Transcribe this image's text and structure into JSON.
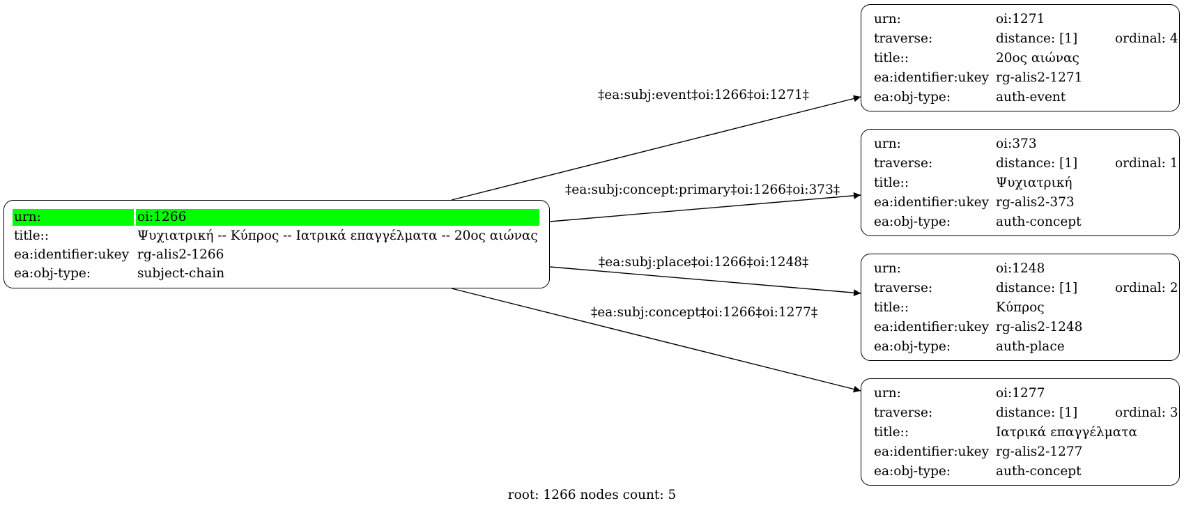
{
  "root": {
    "rows": [
      {
        "key": "urn:",
        "value": "oi:1266"
      },
      {
        "key": "title::",
        "value": "Ψυχιατρική -- Κύπρος -- Ιατρικά επαγγέλματα -- 20ος αιώνας"
      },
      {
        "key": "ea:identifier:ukey",
        "value": "rg-alis2-1266"
      },
      {
        "key": "ea:obj-type:",
        "value": "subject-chain"
      }
    ],
    "highlight_color": "#00ff00"
  },
  "children": [
    {
      "urn_key": "urn:",
      "urn": "oi:1271",
      "traverse_key": "traverse:",
      "distance": "distance: [1]",
      "ordinal": "ordinal: 4",
      "title_key": "title::",
      "title": "20ος αιώνας",
      "ukey_key": "ea:identifier:ukey",
      "ukey": "rg-alis2-1271",
      "type_key": "ea:obj-type:",
      "type": "auth-event",
      "edge_label": "‡ea:subj:event‡oi:1266‡oi:1271‡"
    },
    {
      "urn_key": "urn:",
      "urn": "oi:373",
      "traverse_key": "traverse:",
      "distance": "distance: [1]",
      "ordinal": "ordinal: 1",
      "title_key": "title::",
      "title": "Ψυχιατρική",
      "ukey_key": "ea:identifier:ukey",
      "ukey": "rg-alis2-373",
      "type_key": "ea:obj-type:",
      "type": "auth-concept",
      "edge_label": "‡ea:subj:concept:primary‡oi:1266‡oi:373‡"
    },
    {
      "urn_key": "urn:",
      "urn": "oi:1248",
      "traverse_key": "traverse:",
      "distance": "distance: [1]",
      "ordinal": "ordinal: 2",
      "title_key": "title::",
      "title": "Κύπρος",
      "ukey_key": "ea:identifier:ukey",
      "ukey": "rg-alis2-1248",
      "type_key": "ea:obj-type:",
      "type": "auth-place",
      "edge_label": "‡ea:subj:place‡oi:1266‡oi:1248‡"
    },
    {
      "urn_key": "urn:",
      "urn": "oi:1277",
      "traverse_key": "traverse:",
      "distance": "distance: [1]",
      "ordinal": "ordinal: 3",
      "title_key": "title::",
      "title": "Ιατρικά επαγγέλματα",
      "ukey_key": "ea:identifier:ukey",
      "ukey": "rg-alis2-1277",
      "type_key": "ea:obj-type:",
      "type": "auth-concept",
      "edge_label": "‡ea:subj:concept‡oi:1266‡oi:1277‡"
    }
  ],
  "caption": "root: 1266 nodes count: 5"
}
